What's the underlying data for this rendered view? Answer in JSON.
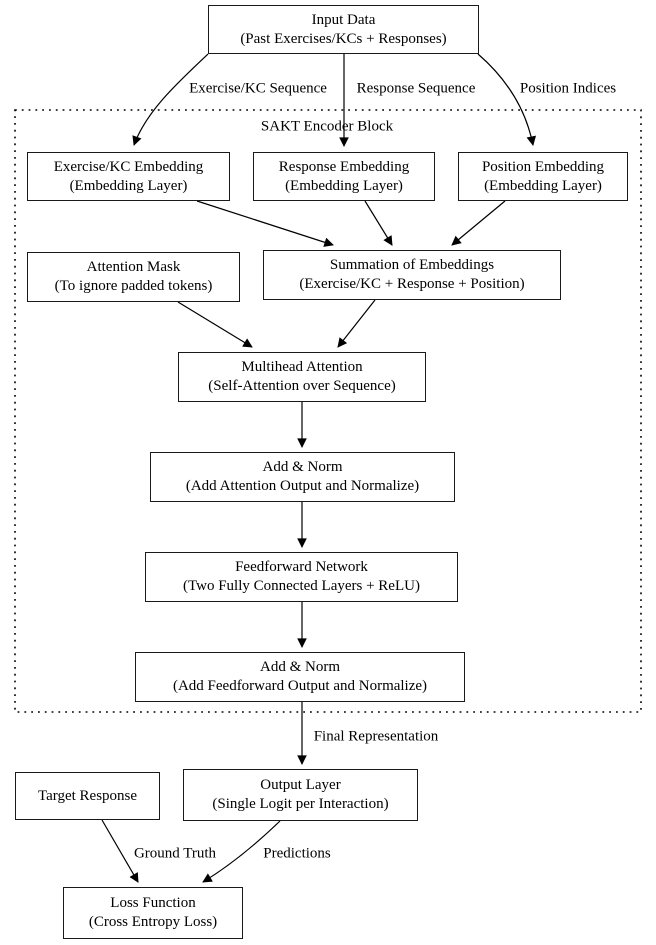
{
  "diagram": {
    "block_title": "SAKT Encoder Block",
    "nodes": {
      "input_data": {
        "title": "Input Data",
        "subtitle": "(Past Exercises/KCs + Responses)"
      },
      "exercise_embedding": {
        "title": "Exercise/KC Embedding",
        "subtitle": "(Embedding Layer)"
      },
      "response_embedding": {
        "title": "Response Embedding",
        "subtitle": "(Embedding Layer)"
      },
      "position_embedding": {
        "title": "Position Embedding",
        "subtitle": "(Embedding Layer)"
      },
      "attention_mask": {
        "title": "Attention Mask",
        "subtitle": "(To ignore padded tokens)"
      },
      "summation": {
        "title": "Summation of Embeddings",
        "subtitle": "(Exercise/KC + Response + Position)"
      },
      "multihead_attention": {
        "title": "Multihead Attention",
        "subtitle": "(Self-Attention over Sequence)"
      },
      "add_norm_1": {
        "title": "Add & Norm",
        "subtitle": "(Add Attention Output and Normalize)"
      },
      "feedforward": {
        "title": "Feedforward Network",
        "subtitle": "(Two Fully Connected Layers + ReLU)"
      },
      "add_norm_2": {
        "title": "Add & Norm",
        "subtitle": "(Add Feedforward Output and Normalize)"
      },
      "output_layer": {
        "title": "Output Layer",
        "subtitle": "(Single Logit per Interaction)"
      },
      "target_response": {
        "title": "Target Response"
      },
      "loss_function": {
        "title": "Loss Function",
        "subtitle": "(Cross Entropy Loss)"
      }
    },
    "edge_labels": {
      "exercise_kc_sequence": "Exercise/KC Sequence",
      "response_sequence": "Response Sequence",
      "position_indices": "Position Indices",
      "final_representation": "Final Representation",
      "ground_truth": "Ground Truth",
      "predictions": "Predictions"
    },
    "colors": {
      "line": "#000000",
      "box_border": "#1a1a1a",
      "box_fill": "#ffffff",
      "background": "#ffffff"
    }
  }
}
